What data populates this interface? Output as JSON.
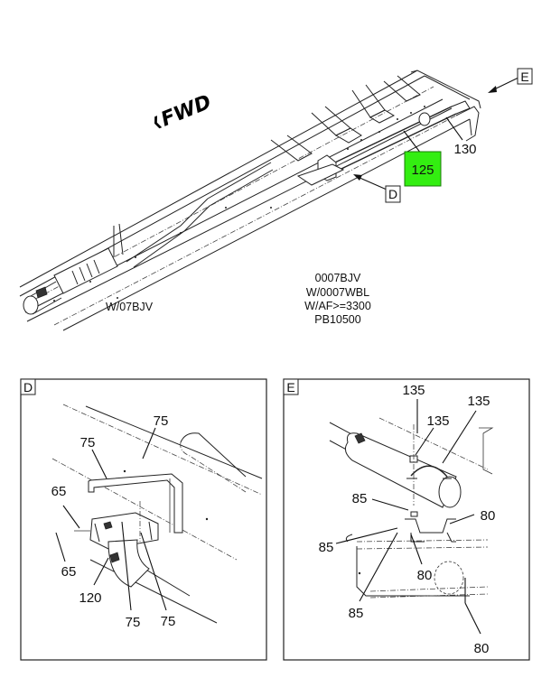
{
  "diagram": {
    "direction_marker": "FWD",
    "highlight_color": "#33ee11",
    "main_view": {
      "callouts": [
        {
          "id": "125",
          "label": "125",
          "highlighted": true
        },
        {
          "id": "130",
          "label": "130",
          "highlighted": false
        }
      ],
      "view_refs": [
        {
          "id": "D",
          "label": "D"
        },
        {
          "id": "E",
          "label": "E"
        }
      ],
      "notes": {
        "left": "W/07BJV",
        "right_lines": [
          "0007BJV",
          "W/0007WBL",
          "W/AF>=3300",
          "PB10500"
        ]
      }
    },
    "detail_d": {
      "title": "D",
      "callouts": [
        "75",
        "75",
        "65",
        "65",
        "120",
        "75",
        "75"
      ]
    },
    "detail_e": {
      "title": "E",
      "callouts": [
        "135",
        "135",
        "135",
        "85",
        "80",
        "85",
        "80",
        "85",
        "80"
      ]
    }
  }
}
